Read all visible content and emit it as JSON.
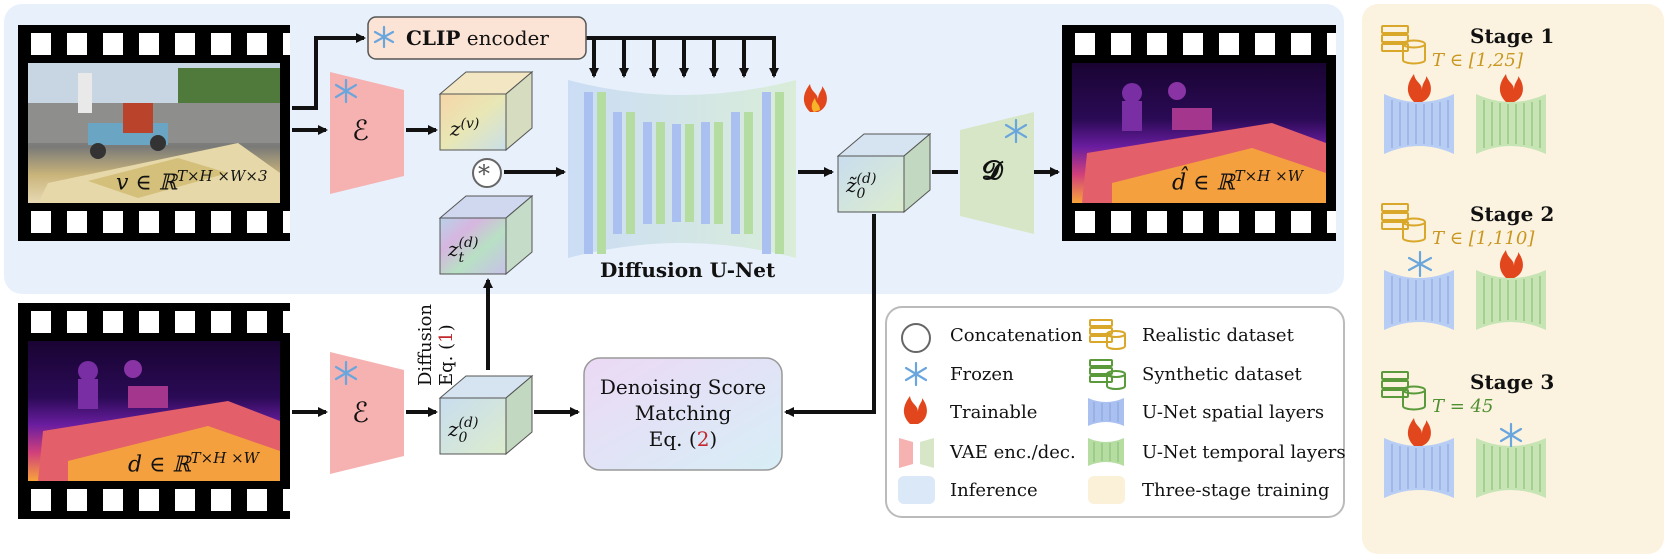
{
  "clip_encoder": {
    "bold": "CLIP",
    "rest": " encoder"
  },
  "input_video_math": "v ∈ ℝ",
  "input_video_sup": "T×H ×W×3",
  "depth_gt_math": "d ∈ ℝ",
  "depth_gt_sup": "T×H ×W",
  "depth_pred_math": "d̂ ∈ ℝ",
  "depth_pred_sup": "T×H ×W",
  "encoder_symbol": "ℰ",
  "decoder_symbol": "𝓓",
  "latent_v": {
    "base": "z",
    "sup": "(v)"
  },
  "latent_t": {
    "base": "z",
    "sup": "(d)",
    "sub": "t"
  },
  "latent_0": {
    "base": "z",
    "sup": "(d)",
    "sub": "0"
  },
  "latent_pred": {
    "base": "z̃",
    "sup": "(d)",
    "sub": "0"
  },
  "unet_label": "Diffusion U-Net",
  "concat_symbol": "*",
  "diffusion_label": {
    "line1": "Diffusion",
    "line2": "Eq. (",
    "ref": "1",
    "close": ")"
  },
  "dsm": {
    "line1": "Denoising Score",
    "line2": "Matching",
    "line3_pre": "Eq. (",
    "ref": "2",
    "line3_post": ")"
  },
  "legend": {
    "concat": "Concatenation",
    "frozen": "Frozen",
    "trainable": "Trainable",
    "vae": "VAE enc./dec.",
    "inference": "Inference",
    "realistic": "Realistic dataset",
    "synthetic": "Synthetic dataset",
    "spatial": "U-Net spatial layers",
    "temporal": "U-Net temporal layers",
    "three_stage": "Three-stage training"
  },
  "stages": [
    {
      "title": "Stage 1",
      "T": "T ∈ [1,25]"
    },
    {
      "title": "Stage 2",
      "T": "T ∈ [1,110]"
    },
    {
      "title": "Stage 3",
      "T": "T = 45"
    }
  ],
  "colors": {
    "inference_bg": "#e8f1fb",
    "training_bg": "#fbf3df",
    "vae_enc": "#f6b1b1",
    "vae_dec": "#d6e6c6",
    "spatial": "#a9c0f0",
    "temporal": "#b5dca1",
    "realistic": "#d9a72a",
    "synthetic": "#5a9a3a",
    "ref_red": "#c0282d"
  }
}
